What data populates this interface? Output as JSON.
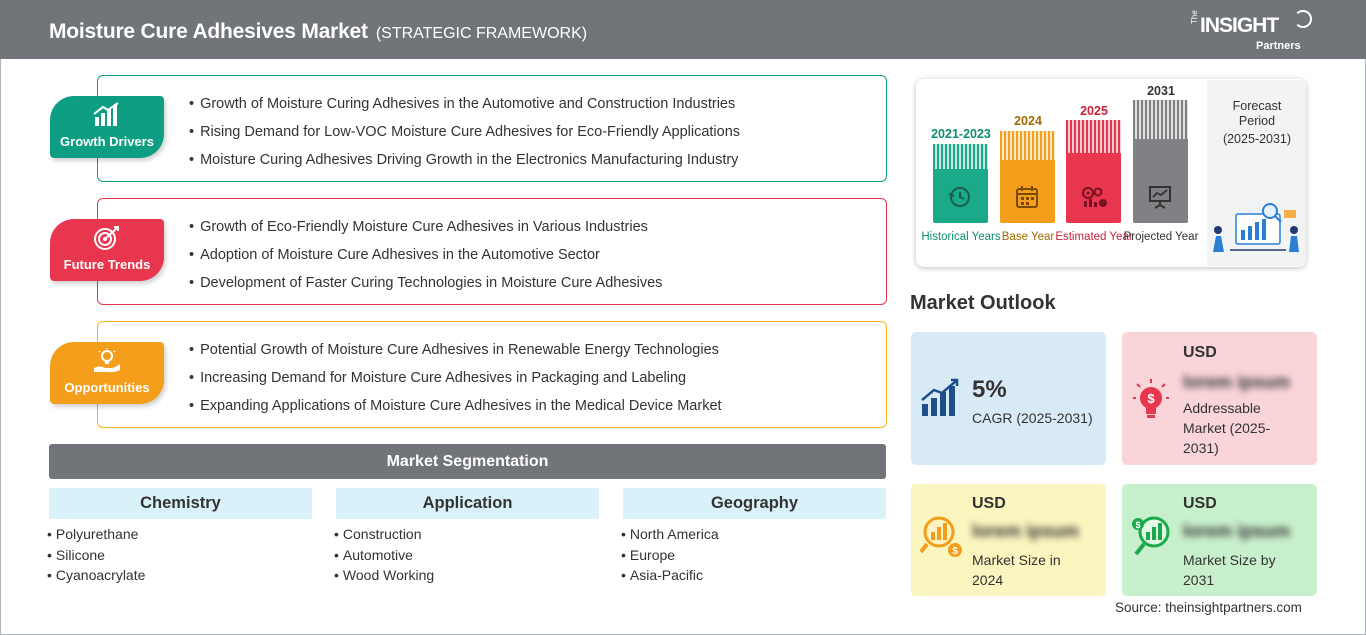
{
  "header": {
    "title": "Moisture Cure Adhesives Market",
    "subtitle": "(STRATEGIC FRAMEWORK)",
    "logo": {
      "prefix": "The",
      "main": "INSIGHT",
      "sub": "Partners"
    }
  },
  "colors": {
    "header": "#717579",
    "drivers": "#0e9e83",
    "trends": "#e8364f",
    "opportunities": "#f59e1b",
    "cagr_card": "#d9eaf7",
    "addressable_card": "#f9d5d9",
    "size2024_card": "#fbf5bf",
    "size2031_card": "#c9f0cc"
  },
  "framework": {
    "drivers": {
      "label": "Growth Drivers",
      "icon": "bar-chart-growth-icon",
      "items": [
        "Growth of Moisture Curing Adhesives in the Automotive and Construction Industries",
        "Rising Demand for Low-VOC Moisture Cure Adhesives for Eco-Friendly Applications",
        "Moisture Curing Adhesives Driving Growth in the Electronics Manufacturing Industry"
      ]
    },
    "trends": {
      "label": "Future Trends",
      "icon": "target-icon",
      "items": [
        "Growth of Eco-Friendly Moisture Cure Adhesives in Various Industries",
        "Adoption of Moisture Cure Adhesives in the Automotive Sector",
        "Development of Faster Curing Technologies in Moisture Cure Adhesives"
      ]
    },
    "opportunities": {
      "label": "Opportunities",
      "icon": "lightbulb-hand-icon",
      "items": [
        "Potential Growth of Moisture Cure Adhesives in Renewable Energy Technologies",
        "Increasing Demand for Moisture Cure Adhesives in Packaging and Labeling",
        "Expanding Applications of Moisture Cure Adhesives in the Medical Device Market"
      ]
    }
  },
  "segmentation": {
    "title": "Market Segmentation",
    "columns": [
      {
        "heading": "Chemistry",
        "items": [
          "Polyurethane",
          "Silicone",
          "Cyanoacrylate"
        ]
      },
      {
        "heading": "Application",
        "items": [
          "Construction",
          "Automotive",
          "Wood Working"
        ]
      },
      {
        "heading": "Geography",
        "items": [
          "North America",
          "Europe",
          "Asia-Pacific"
        ]
      }
    ]
  },
  "timeline": {
    "columns": [
      {
        "year": "2021-2023",
        "label": "Historical Years",
        "color": "#1aaa8a",
        "icon": "history-clock-icon"
      },
      {
        "year": "2024",
        "label": "Base Year",
        "color": "#f59e1b",
        "icon": "calendar-icon"
      },
      {
        "year": "2025",
        "label": "Estimated Year",
        "color": "#e8364f",
        "icon": "gears-chart-icon"
      },
      {
        "year": "2031",
        "label": "Projected Year",
        "color": "#7f8184",
        "icon": "presentation-board-icon"
      }
    ],
    "forecast_label": "Forecast Period",
    "forecast_range": "(2025-2031)"
  },
  "outlook": {
    "title": "Market Outlook",
    "cagr": {
      "value": "5%",
      "label": "CAGR (2025-2031)",
      "icon": "growth-chart-icon"
    },
    "addressable": {
      "currency": "USD",
      "value": "lorem ipsum",
      "label": "Addressable Market (2025-2031)",
      "icon": "dollar-bulb-icon"
    },
    "size2024": {
      "currency": "USD",
      "value": "lorem ipsum",
      "label": "Market Size in 2024",
      "icon": "magnifier-chart-icon"
    },
    "size2031": {
      "currency": "USD",
      "value": "lorem ipsum",
      "label": "Market Size by 2031",
      "icon": "magnifier-growth-icon"
    }
  },
  "source": "Source: theinsightpartners.com"
}
